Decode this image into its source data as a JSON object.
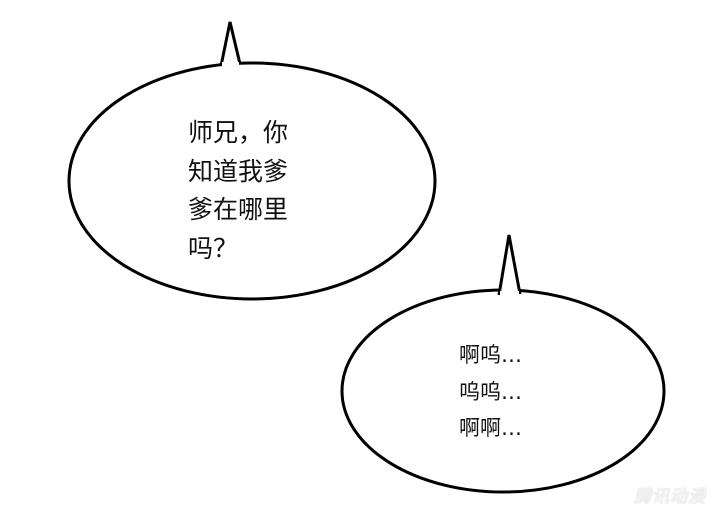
{
  "bubbles": [
    {
      "lines": [
        "师兄，你",
        "知道我爹",
        "爹在哪里",
        "吗？"
      ]
    },
    {
      "lines": [
        "啊呜…",
        "呜呜…",
        "啊啊…"
      ]
    }
  ],
  "watermark": "腾讯动漫",
  "colors": {
    "background": "#ffffff",
    "outline": "#000000",
    "text": "#111111"
  }
}
